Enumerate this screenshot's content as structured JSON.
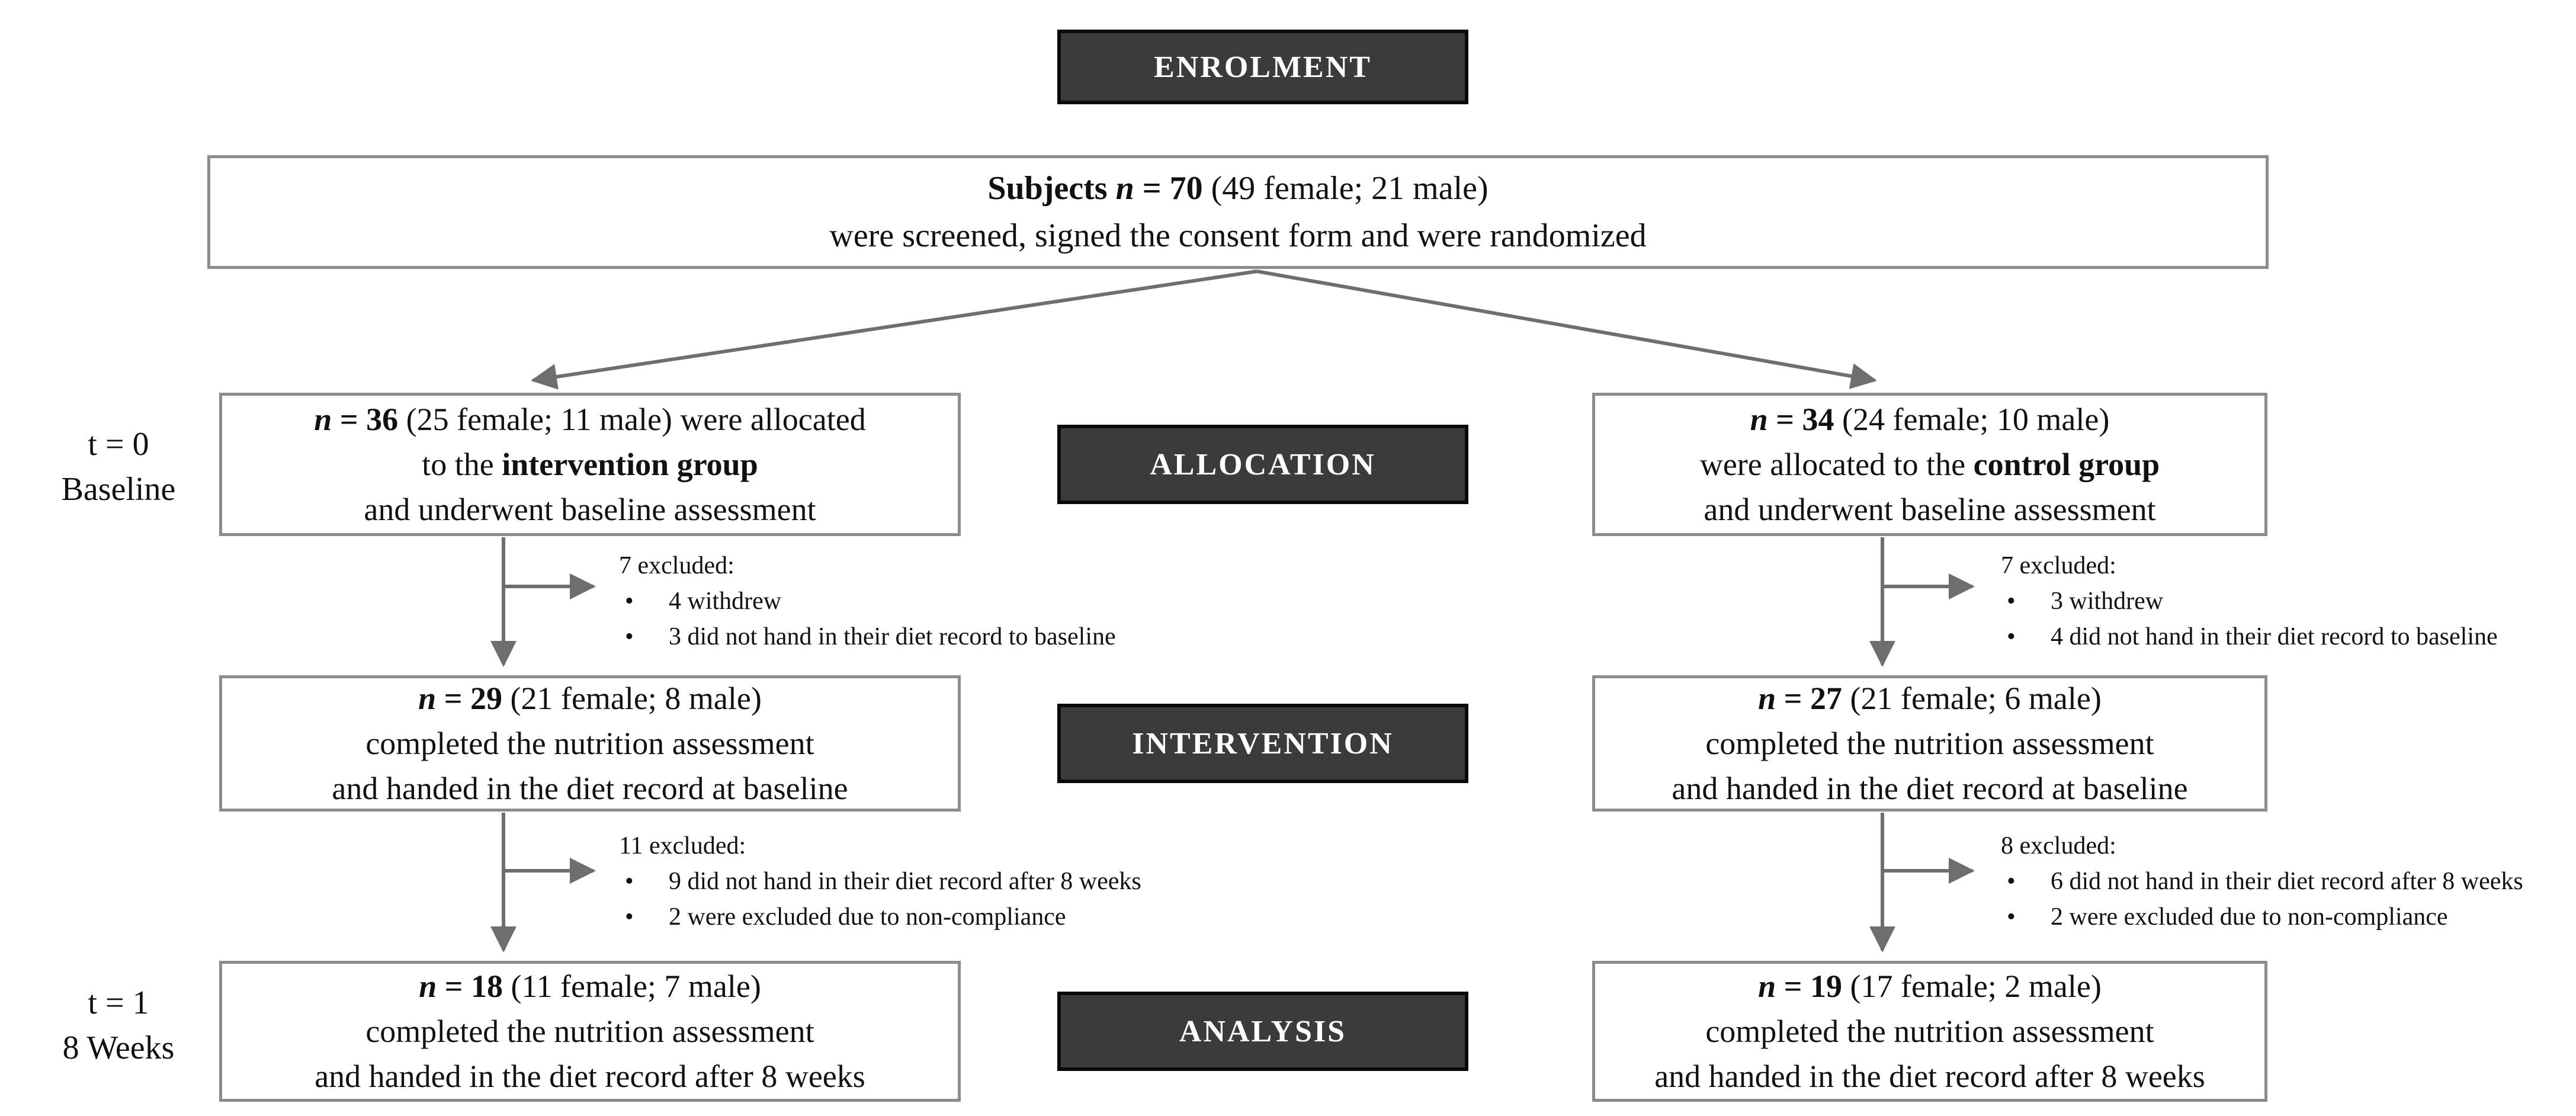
{
  "stages": {
    "enrolment": "ENROLMENT",
    "allocation": "ALLOCATION",
    "intervention": "INTERVENTION",
    "analysis": "ANALYSIS"
  },
  "timeline": {
    "t0_line1": "t = 0",
    "t0_line2": "Baseline",
    "t1_line1": "t = 1",
    "t1_line2": "8 Weeks"
  },
  "subjects": {
    "label_bold": "Subjects ",
    "n_italic": "n",
    "n_value": " = 70 ",
    "detail": "(49 female; 21 male)",
    "line2": "were screened, signed the consent form and were randomized"
  },
  "groups": {
    "intervention": {
      "allocated": {
        "n": "n",
        "eq": " = 36 ",
        "rest": "(25 female; 11 male) were allocated",
        "line2_pre": "to the ",
        "line2_bold": "intervention group",
        "line3": "and underwent baseline assessment"
      },
      "excluded1": {
        "heading": "7 excluded:",
        "bullets": [
          "4 withdrew",
          "3 did not hand in their diet record to baseline"
        ]
      },
      "completed_baseline": {
        "n": "n",
        "eq": " = 29 ",
        "rest": "(21 female; 8 male)",
        "line2": "completed the nutrition assessment",
        "line3": "and handed in the diet record at baseline"
      },
      "excluded2": {
        "heading": "11 excluded:",
        "bullets": [
          "9 did not hand in their diet record after 8 weeks",
          "2 were excluded due to non-compliance"
        ]
      },
      "analysed": {
        "n": "n",
        "eq": " = 18 ",
        "rest": "(11 female; 7 male)",
        "line2": "completed the nutrition assessment",
        "line3": "and handed in the diet record after 8 weeks"
      }
    },
    "control": {
      "allocated": {
        "n": "n",
        "eq": " = 34 ",
        "rest": "(24 female; 10 male)",
        "line2_pre": "were allocated to the ",
        "line2_bold": "control group",
        "line3": "and underwent baseline assessment"
      },
      "excluded1": {
        "heading": "7 excluded:",
        "bullets": [
          "3 withdrew",
          "4 did not hand in their diet record  to baseline"
        ]
      },
      "completed_baseline": {
        "n": "n",
        "eq": " = 27 ",
        "rest": "(21 female; 6 male)",
        "line2": "completed the nutrition assessment",
        "line3": "and handed in the diet record at baseline"
      },
      "excluded2": {
        "heading": "8 excluded:",
        "bullets": [
          "6 did not hand in their diet record after 8 weeks",
          "2 were excluded due to non-compliance"
        ]
      },
      "analysed": {
        "n": "n",
        "eq": " = 19 ",
        "rest": "(17 female; 2 male)",
        "line2": "completed the nutrition assessment",
        "line3": "and handed in the diet record after 8 weeks"
      }
    }
  },
  "ui": {
    "bullet": "•"
  },
  "colors": {
    "stage_box_bg": "#3b3b3b",
    "stage_box_border": "#0a0a0a",
    "stage_box_text": "#ffffff",
    "light_box_border": "#8c8c8c",
    "arrow": "#6e6e6e",
    "text": "#111111"
  }
}
